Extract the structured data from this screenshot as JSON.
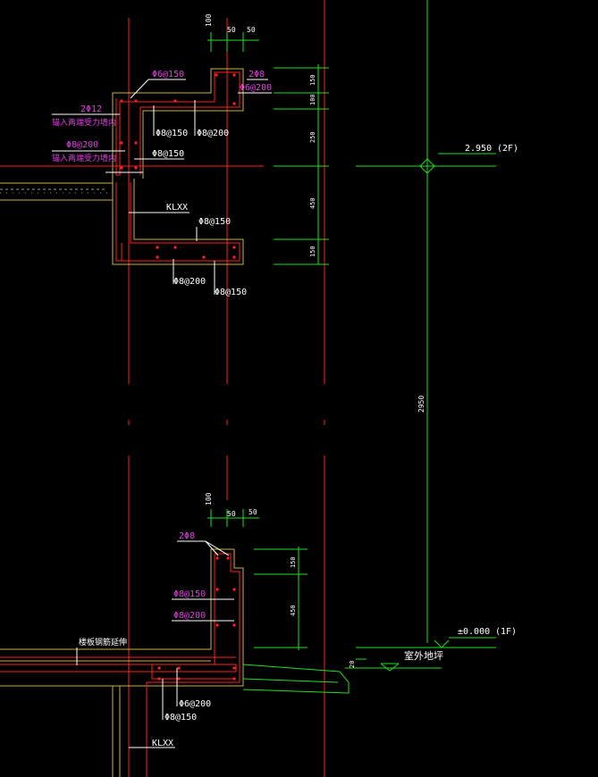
{
  "colors": {
    "background": "#000000",
    "red": "#ff2020",
    "green": "#1ee01e",
    "white": "#ffffff",
    "yellow": "#c8b43c",
    "magenta": "#e040e0",
    "gray": "#9a9a9a"
  },
  "top": {
    "dim_100": "100",
    "dim_50a": "50",
    "dim_50b": "50",
    "rebar_phi6_150": "Φ6@150",
    "rebar_2phi8": "2Φ8",
    "rebar_phi6_200": "Φ6@200",
    "rebar_2phi12": "2Φ12",
    "note_anchor_1": "锚入两端受力墙内",
    "rebar_phi8_200_left": "Φ8@200",
    "note_anchor_2": "锚入两端受力墙内",
    "rebar_phi8_150_a": "Φ8@150",
    "rebar_phi8_200_a": "Φ8@200",
    "rebar_phi8_150_b": "Φ8@150",
    "beam_label": "KLXX",
    "rebar_phi8_150_c": "Φ8@150",
    "rebar_phi8_200_b": "Φ8@200",
    "rebar_phi8_150_d": "Φ8@150",
    "vdim_1": "150",
    "vdim_2": "100",
    "vdim_3": "250",
    "vdim_4": "450",
    "vdim_5": "150"
  },
  "levels": {
    "level_2f_value": "2.950",
    "level_2f_tag": "(2F)",
    "total_height": "2950",
    "level_1f_value": "±0.000",
    "level_1f_tag": "(1F)",
    "outdoor_ground": "室外地坪",
    "step_dim": "20"
  },
  "bottom": {
    "dim_100": "100",
    "dim_50a": "50",
    "dim_50b": "50",
    "rebar_2phi8": "2Φ8",
    "rebar_phi8_150_a": "Φ8@150",
    "rebar_phi8_200_a": "Φ8@200",
    "note_slab": "楼板钢筋延伸",
    "rebar_phi6_200": "Φ6@200",
    "rebar_phi8_150_b": "Φ8@150",
    "beam_label": "KLXX",
    "vdim_1": "150",
    "vdim_2": "450"
  }
}
